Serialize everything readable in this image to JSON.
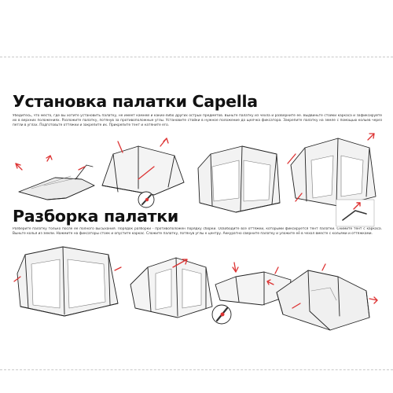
{
  "sections": {
    "install": {
      "title": "Установка палатки Capella",
      "text": "Убедитесь, что место, где вы хотите установить палатку, не имеет камней и каких-либо других острых предметов. Выньте палатку из чехла и разверните её. Выдвиньте стойки каркаса и зафиксируйте их в верхних положениях. Разложите палатку, потянув за противоположные углы. Установите стойки в нужное положение до щелчка фиксатора. Закрепите палатку на земле с помощью кольев через петли в углах. Подготовьте оттяжки и закрепите их. Прикрепите тент и натяните его."
    },
    "disassemble": {
      "title": "Разборка палатки",
      "text": "Разберите палатку только после её полного высыхания. Порядок разборки - противоположен порядку сборки. Освободите все оттяжки, которыми фиксируется тент палатки. Снимите тент с каркаса. Выньте колья из земли. Нажмите на фиксаторы стоек и опустите каркас. Сложите палатку, потянув углы к центру. Аккуратно сверните палатку и уложите её в чехол вместе с кольями и оттяжками."
    }
  }
}
